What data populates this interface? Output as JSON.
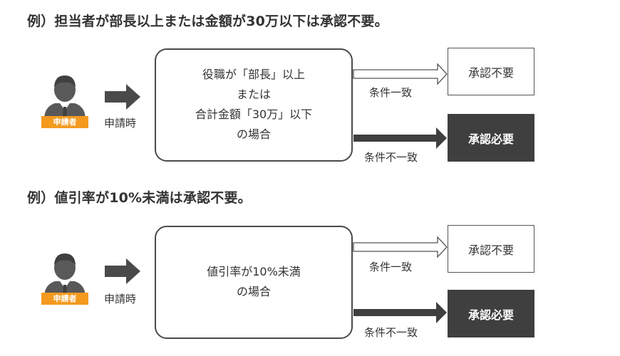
{
  "example1": {
    "title": "例）担当者が部長以上または金額が30万以下は承認不要。",
    "badge": "申請者",
    "apply_label": "申請時",
    "condition_lines": [
      "役職が「部長」以上",
      "または",
      "合計金額「30万」以下",
      "の場合"
    ],
    "match_label": "条件一致",
    "mismatch_label": "条件不一致",
    "result_match": "承認不要",
    "result_mismatch": "承認必要"
  },
  "example2": {
    "title": "例）値引率が10%未満は承認不要。",
    "badge": "申請者",
    "apply_label": "申請時",
    "condition_lines": [
      "値引率が10%未満",
      "の場合"
    ],
    "match_label": "条件一致",
    "mismatch_label": "条件不一致",
    "result_match": "承認不要",
    "result_mismatch": "承認必要"
  },
  "colors": {
    "badge": "#f39a1f",
    "dark_box": "#3f3f3f",
    "arrow": "#4a4a4a"
  },
  "icons": [
    "person-icon",
    "right-arrow-icon",
    "hollow-arrow-icon",
    "solid-arrow-icon"
  ]
}
